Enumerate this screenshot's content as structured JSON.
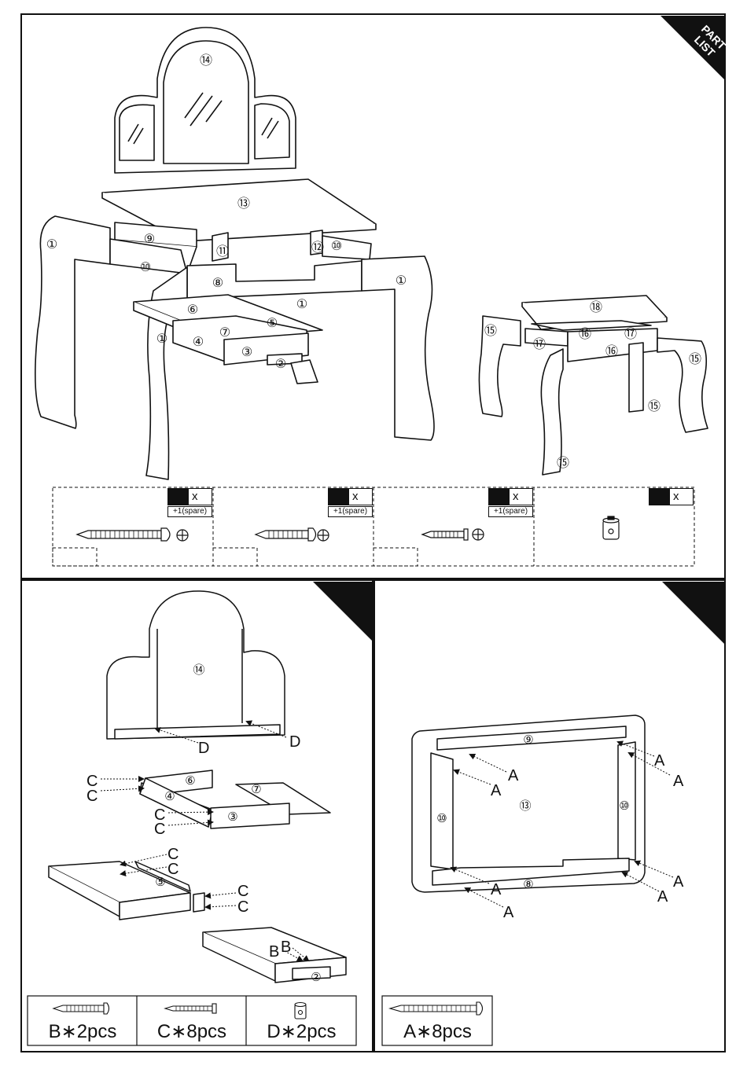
{
  "badge": {
    "line1": "PART",
    "line2": "LIST"
  },
  "vanity_parts": [
    "①",
    "②",
    "③",
    "④",
    "⑤",
    "⑥",
    "⑦",
    "⑧",
    "⑨",
    "⑩",
    "⑪",
    "⑫",
    "⑬",
    "⑭"
  ],
  "stool_parts": [
    "⑮",
    "⑯",
    "⑰",
    "⑱"
  ],
  "hardware_slots": [
    {
      "mult": "x",
      "spare": "+1(spare)"
    },
    {
      "mult": "x",
      "spare": "+1(spare)"
    },
    {
      "mult": "x",
      "spare": "+1(spare)"
    },
    {
      "mult": "x"
    }
  ],
  "step_left": {
    "labels": {
      "b": "B",
      "c": "C",
      "d": "D"
    },
    "hardware": [
      {
        "label": "B∗2pcs",
        "icon": "screw-b-icon"
      },
      {
        "label": "C∗8pcs",
        "icon": "screw-c-icon"
      },
      {
        "label": "D∗2pcs",
        "icon": "cam-nut-icon"
      }
    ]
  },
  "step_right": {
    "labels": {
      "a": "A"
    },
    "hardware": [
      {
        "label": "A∗8pcs",
        "icon": "screw-a-icon"
      }
    ]
  }
}
